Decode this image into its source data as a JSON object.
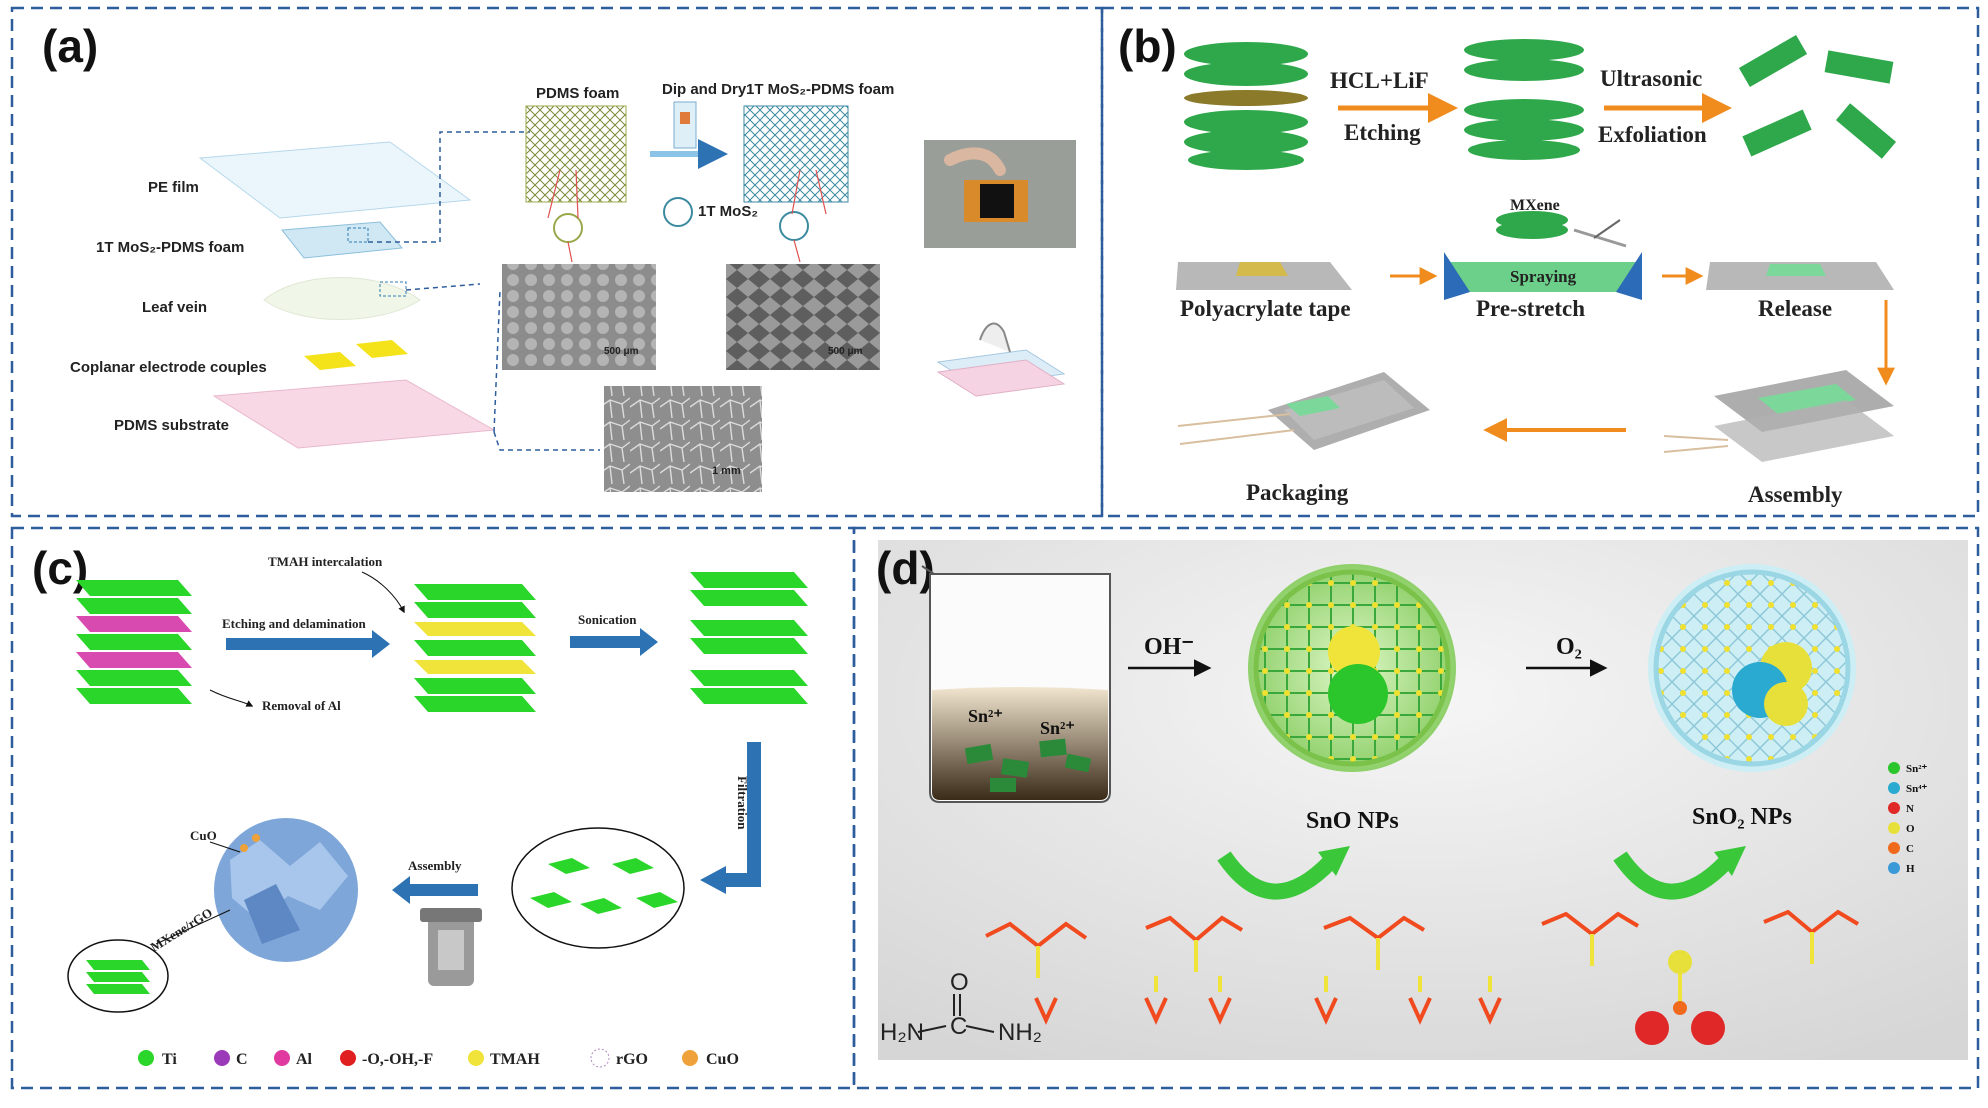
{
  "panels": {
    "a": {
      "letter": "(a)",
      "layers": [
        "PE film",
        "1T MoS₂-PDMS foam",
        "Leaf vein",
        "Coplanar electrode couples",
        "PDMS substrate"
      ],
      "process": {
        "foam": "PDMS foam",
        "step": "Dip and Dry",
        "result": "1T MoS₂-PDMS foam",
        "molecule": "1T MoS₂"
      },
      "scales": [
        "500 μm",
        "500 μm",
        "1 mm"
      ]
    },
    "b": {
      "letter": "(b)",
      "steps": {
        "reagent": "HCL+LiF",
        "etching": "Etching",
        "ultrasonic": "Ultrasonic",
        "exfoliation": "Exfoliation"
      },
      "mxene": "MXene",
      "spraying": "Spraying",
      "flow": [
        "Polyacrylate tape",
        "Pre-stretch",
        "Release",
        "Assembly",
        "Packaging"
      ]
    },
    "c": {
      "letter": "(c)",
      "steps": {
        "intercalation": "TMAH intercalation",
        "etching": "Etching and delamination",
        "removal": "Removal of Al",
        "sonication": "Sonication",
        "filtration": "Filtration",
        "assembly": "Assembly"
      },
      "labels": {
        "cuo": "CuO",
        "composite": "MXene/rGO"
      },
      "legend": [
        "Ti",
        "C",
        "Al",
        "-O,-OH,-F",
        "TMAH",
        "rGO",
        "CuO"
      ]
    },
    "d": {
      "letter": "(d)",
      "ions": [
        "Sn²⁺",
        "Sn²⁺"
      ],
      "arrows": {
        "hydroxide": "OH⁻",
        "oxygen": "O₂"
      },
      "products": {
        "sno": "SnO NPs",
        "sno2": "SnO₂ NPs"
      },
      "urea": {
        "o": "O",
        "c": "C",
        "left": "H₂N",
        "right": "NH₂"
      },
      "legend": [
        "Sn²⁺",
        "Sn⁴⁺",
        "N",
        "O",
        "C",
        "H"
      ]
    }
  },
  "colors": {
    "frame": "#2d5d9c",
    "mxene": "#2db34a",
    "arrow_orange": "#f08c1e",
    "arrow_blue": "#2d73b4"
  }
}
